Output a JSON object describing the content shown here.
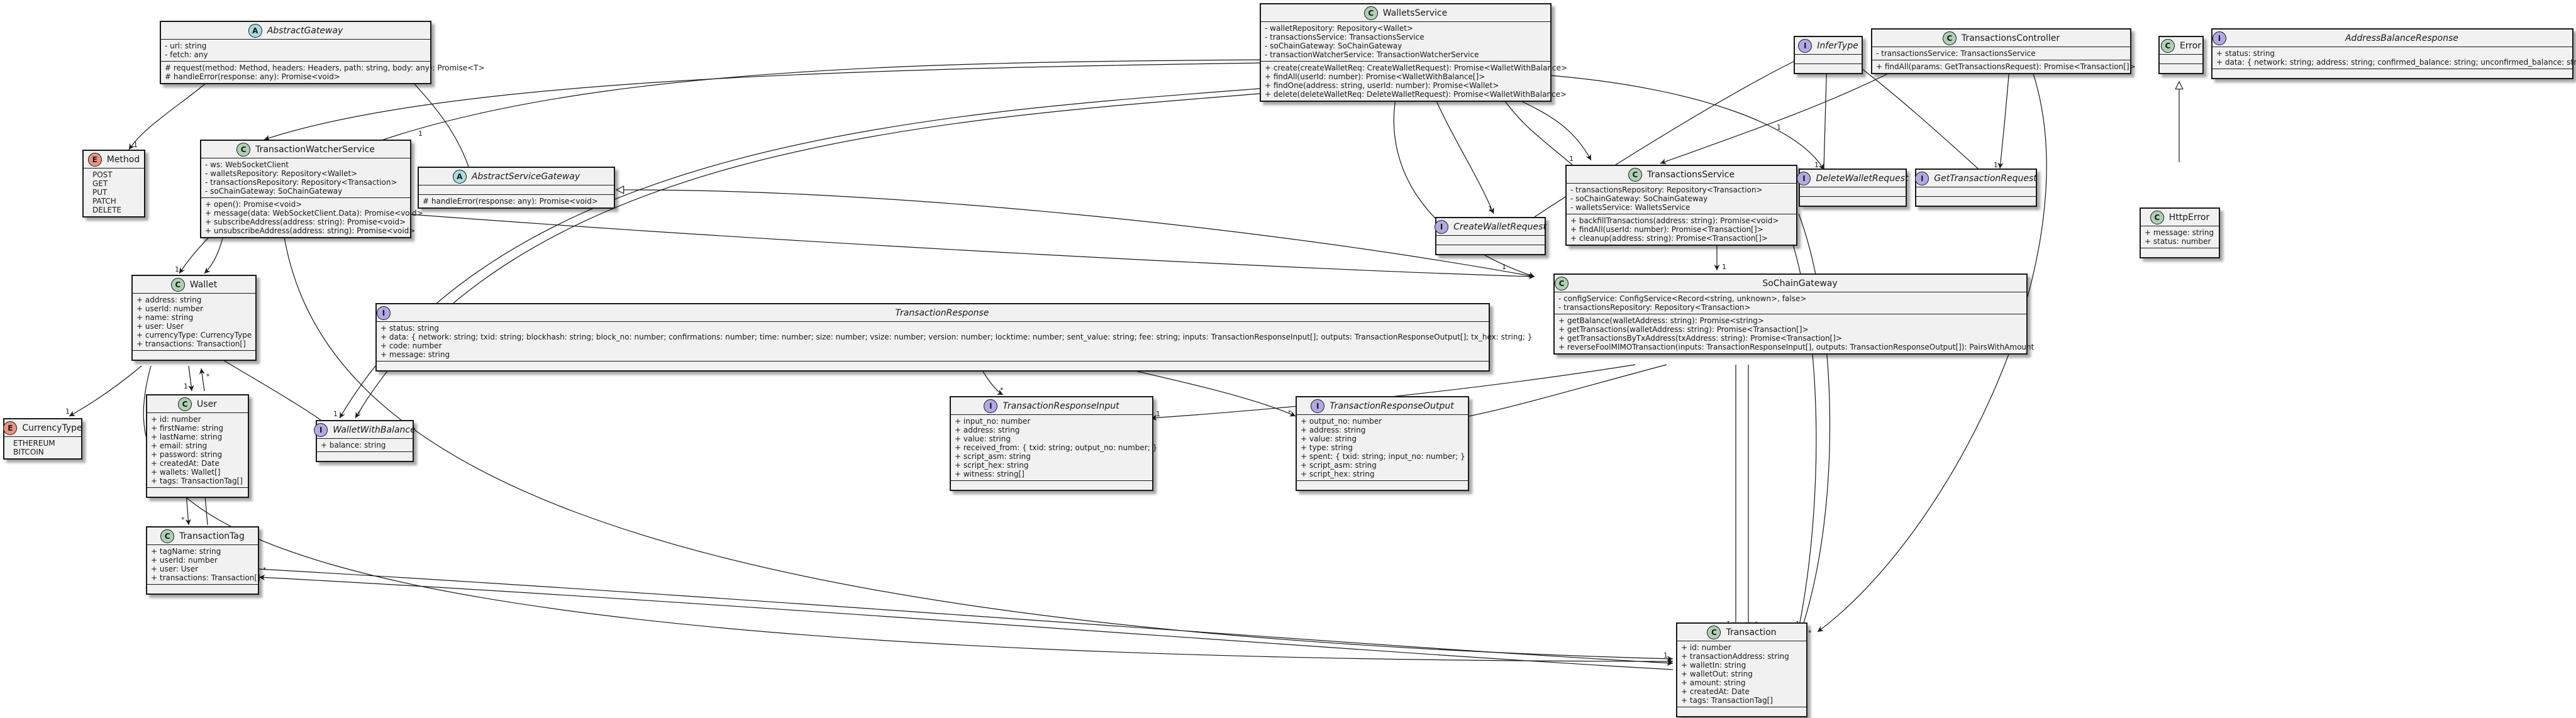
{
  "classes": {
    "abstract_gateway": {
      "kind": "A",
      "name": "AbstractGateway",
      "fields": [
        "- url: string",
        "- fetch: any"
      ],
      "methods": [
        "# request(method: Method, headers: Headers, path: string, body: any): Promise<T>",
        "# handleError(response: any): Promise<void>"
      ]
    },
    "method": {
      "kind": "E",
      "name": "Method",
      "literals": [
        "POST",
        "GET",
        "PUT",
        "PATCH",
        "DELETE"
      ]
    },
    "transaction_watcher_service": {
      "kind": "C",
      "name": "TransactionWatcherService",
      "fields": [
        "- ws: WebSocketClient",
        "- walletsRepository: Repository<Wallet>",
        "- transactionsRepository: Repository<Transaction>",
        "- soChainGateway: SoChainGateway"
      ],
      "methods": [
        "+ open(): Promise<void>",
        "+ message(data: WebSocketClient.Data): Promise<void>",
        "+ subscribeAddress(address: string): Promise<void>",
        "+ unsubscribeAddress(address: string): Promise<void>"
      ]
    },
    "abstract_service_gateway": {
      "kind": "A",
      "name": "AbstractServiceGateway",
      "fields": [],
      "methods": [
        "# handleError(response: any): Promise<void>"
      ]
    },
    "wallets_service": {
      "kind": "C",
      "name": "WalletsService",
      "fields": [
        "- walletRepository: Repository<Wallet>",
        "- transactionsService: TransactionsService",
        "- soChainGateway: SoChainGateway",
        "- transactionWatcherService: TransactionWatcherService"
      ],
      "methods": [
        "+ create(createWalletReq: CreateWalletRequest): Promise<WalletWithBalance>",
        "+ findAll(userId: number): Promise<WalletWithBalance[]>",
        "+ findOne(address: string, userId: number): Promise<Wallet>",
        "+ delete(deleteWalletReq: DeleteWalletRequest): Promise<WalletWithBalance>"
      ]
    },
    "infer_type": {
      "kind": "I",
      "name": "InferType",
      "fields": [],
      "methods": []
    },
    "transactions_controller": {
      "kind": "C",
      "name": "TransactionsController",
      "fields": [
        "- transactionsService: TransactionsService"
      ],
      "methods": [
        "+ findAll(params: GetTransactionsRequest): Promise<Transaction[]>"
      ]
    },
    "error": {
      "kind": "C",
      "name": "Error",
      "fields": [],
      "methods": []
    },
    "address_balance_response": {
      "kind": "I",
      "name": "AddressBalanceResponse",
      "fields": [
        "+ status: string",
        "+ data: { network: string; address: string; confirmed_balance: string; unconfirmed_balance: string; }"
      ],
      "methods": []
    },
    "create_wallet_request": {
      "kind": "I",
      "name": "CreateWalletRequest",
      "fields": [],
      "methods": []
    },
    "transactions_service": {
      "kind": "C",
      "name": "TransactionsService",
      "fields": [
        "- transactionsRepository: Repository<Transaction>",
        "- soChainGateway: SoChainGateway",
        "- walletsService: WalletsService"
      ],
      "methods": [
        "+ backfillTransactions(address: string): Promise<void>",
        "+ findAll(userId: number): Promise<Transaction[]>",
        "+ cleanup(address: string): Promise<Transaction[]>"
      ]
    },
    "delete_wallet_request": {
      "kind": "I",
      "name": "DeleteWalletRequest",
      "fields": [],
      "methods": []
    },
    "get_transaction_request": {
      "kind": "I",
      "name": "GetTransactionRequest",
      "fields": [],
      "methods": []
    },
    "http_error": {
      "kind": "C",
      "name": "HttpError",
      "fields": [
        "+ message: string",
        "+ status: number"
      ],
      "methods": []
    },
    "wallet": {
      "kind": "C",
      "name": "Wallet",
      "fields": [
        "+ address: string",
        "+ userId: number",
        "+ name: string",
        "+ user: User",
        "+ currencyType: CurrencyType",
        "+ transactions: Transaction[]"
      ],
      "methods": []
    },
    "transaction_response": {
      "kind": "I",
      "name": "TransactionResponse",
      "fields": [
        "+ status: string",
        "+ data: { network: string; txid: string; blockhash: string; block_no: number; confirmations: number; time: number; size: number; vsize: number; version: number; locktime: number; sent_value: string; fee: string; inputs: TransactionResponseInput[]; outputs: TransactionResponseOutput[]; tx_hex: string; }",
        "+ code: number",
        "+ message: string"
      ],
      "methods": []
    },
    "so_chain_gateway": {
      "kind": "C",
      "name": "SoChainGateway",
      "fields": [
        "- configService: ConfigService<Record<string, unknown>, false>",
        "- transactionsRepository: Repository<Transaction>"
      ],
      "methods": [
        "+ getBalance(walletAddress: string): Promise<string>",
        "+ getTransactions(walletAddress: string): Promise<Transaction[]>",
        "+ getTransactionsByTxAddress(txAddress: string): Promise<Transaction[]>",
        "+ reverseFoolMIMOTransaction(inputs: TransactionResponseInput[], outputs: TransactionResponseOutput[]): PairsWithAmount"
      ]
    },
    "currency_type": {
      "kind": "E",
      "name": "CurrencyType",
      "literals": [
        "ETHEREUM",
        "BITCOIN"
      ]
    },
    "user": {
      "kind": "C",
      "name": "User",
      "fields": [
        "+ id: number",
        "+ firstName: string",
        "+ lastName: string",
        "+ email: string",
        "+ password: string",
        "+ createdAt: Date",
        "+ wallets: Wallet[]",
        "+ tags: TransactionTag[]"
      ],
      "methods": []
    },
    "wallet_with_balance": {
      "kind": "I",
      "name": "WalletWithBalance",
      "fields": [
        "+ balance: string"
      ],
      "methods": []
    },
    "transaction_response_input": {
      "kind": "I",
      "name": "TransactionResponseInput",
      "fields": [
        "+ input_no: number",
        "+ address: string",
        "+ value: string",
        "+ received_from: { txid: string; output_no: number; }",
        "+ script_asm: string",
        "+ script_hex: string",
        "+ witness: string[]"
      ],
      "methods": []
    },
    "transaction_response_output": {
      "kind": "I",
      "name": "TransactionResponseOutput",
      "fields": [
        "+ output_no: number",
        "+ address: string",
        "+ value: string",
        "+ type: string",
        "+ spent: { txid: string; input_no: number; }",
        "+ script_asm: string",
        "+ script_hex: string"
      ],
      "methods": []
    },
    "transaction_tag": {
      "kind": "C",
      "name": "TransactionTag",
      "fields": [
        "+ tagName: string",
        "+ userId: number",
        "+ user: User",
        "+ transactions: Transaction[]"
      ],
      "methods": []
    },
    "transaction": {
      "kind": "C",
      "name": "Transaction",
      "fields": [
        "+ id: number",
        "+ transactionAddress: string",
        "+ walletIn: string",
        "+ walletOut: string",
        "+ amount: string",
        "+ createdAt: Date",
        "+ tags: TransactionTag[]"
      ],
      "methods": []
    }
  },
  "multiplicities": {
    "one": "1",
    "many": "*"
  }
}
